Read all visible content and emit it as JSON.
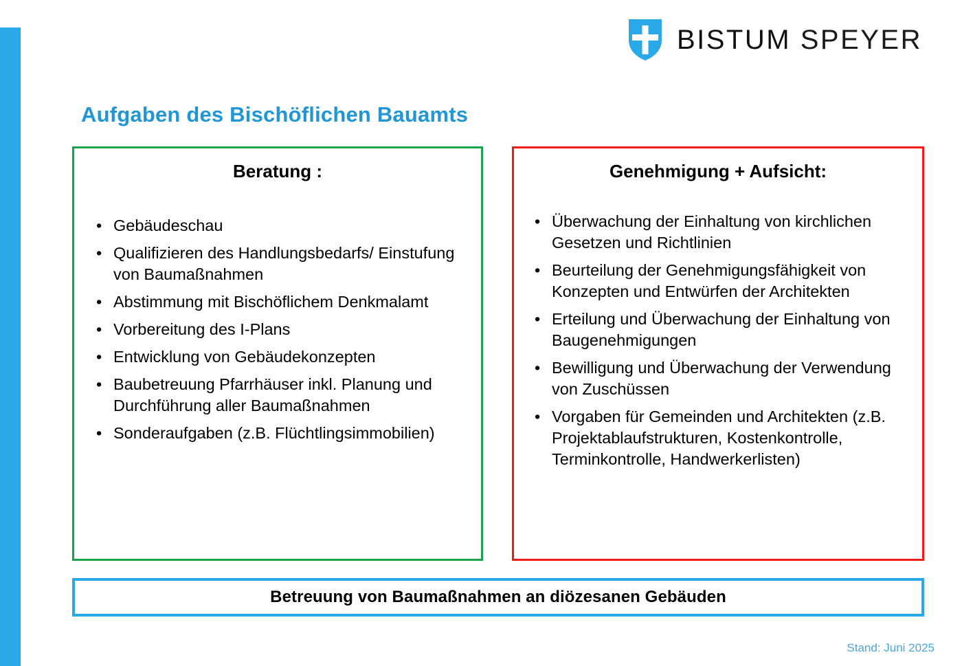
{
  "brand": {
    "logo_icon": "shield-cross-icon",
    "name_bold": "BISTUM",
    "name_light": "SPEYER",
    "shield_color": "#2aa9e8",
    "cross_color": "#ffffff"
  },
  "accent": {
    "bar_color": "#2aa9e8"
  },
  "header": {
    "title": "Aufgaben des Bischöflichen Bauamts",
    "title_color": "#2196d6"
  },
  "panels": [
    {
      "id": "beratung",
      "heading": "Beratung :",
      "border_color": "#17a34a",
      "items": [
        "Gebäudeschau",
        "Qualifizieren des Handlungsbedarfs/ Einstufung von Baumaßnahmen",
        "Abstimmung mit Bischöflichem Denkmalamt",
        "Vorbereitung des I-Plans",
        "Entwicklung von Gebäudekonzepten",
        "Baubetreuung Pfarrhäuser inkl. Planung und Durchführung aller Baumaßnahmen",
        "Sonderaufgaben (z.B. Flüchtlingsimmobilien)"
      ]
    },
    {
      "id": "genehmigung-aufsicht",
      "heading": "Genehmigung + Aufsicht:",
      "border_color": "#ee1c16",
      "items": [
        "Überwachung der Einhaltung von kirchlichen Gesetzen und Richtlinien",
        "Beurteilung der Genehmigungsfähigkeit von Konzepten und Entwürfen der Architekten",
        "Erteilung  und Überwachung der Einhaltung von Baugenehmigungen",
        "Bewilligung und Überwachung der Verwendung von Zuschüssen",
        "Vorgaben für Gemeinden und Architekten (z.B. Projektablaufstrukturen, Kostenkontrolle, Terminkontrolle, Handwerkerlisten)"
      ]
    }
  ],
  "banner": {
    "text": "Betreuung von Baumaßnahmen an diözesanen Gebäuden",
    "border_color": "#2aa9e8"
  },
  "footer": {
    "stand": "Stand: Juni 2025",
    "color": "#4aa8dd"
  }
}
